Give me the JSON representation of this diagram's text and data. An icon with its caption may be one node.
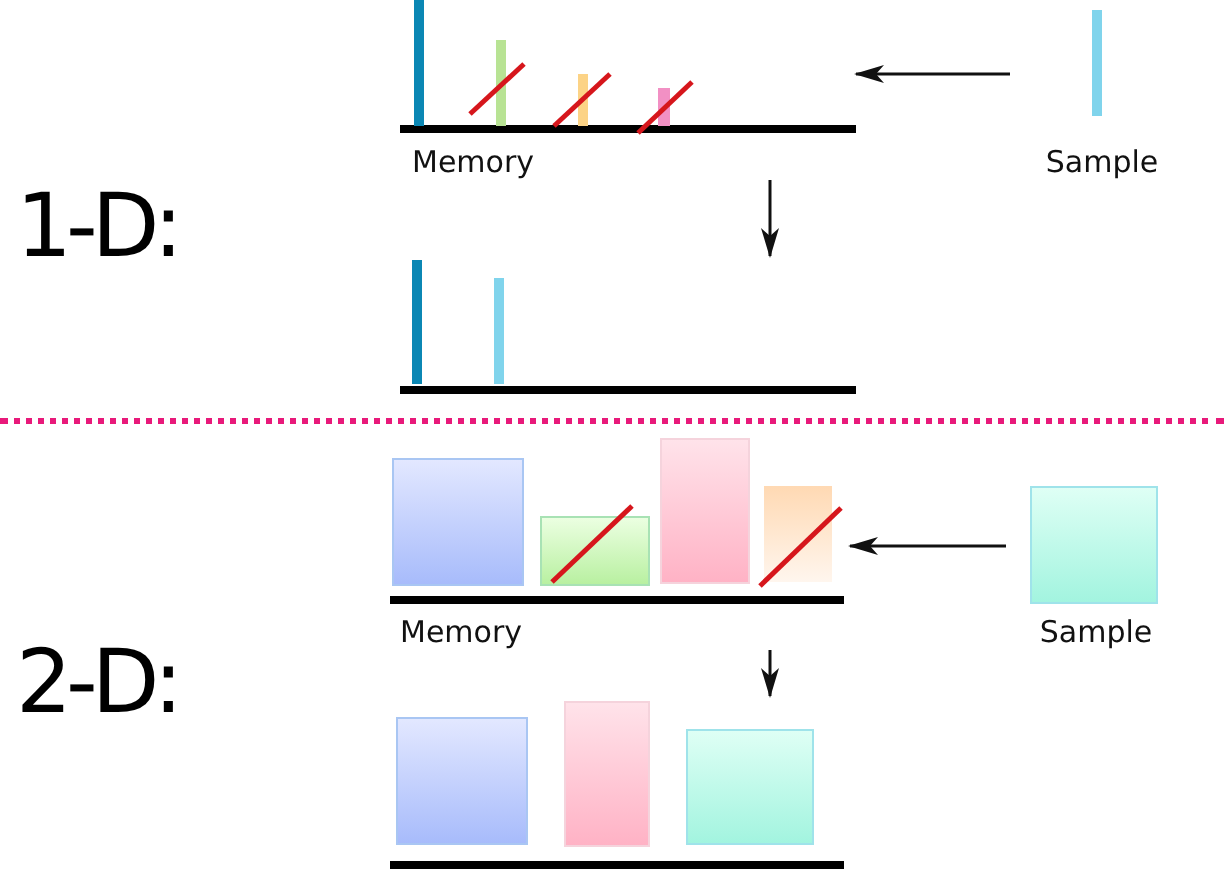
{
  "diagram": {
    "nodes": [
      {
        "text": [
          "Memory"
        ]
      },
      {
        "text": [
          "Sample"
        ]
      },
      {
        "text": [],
        "shape": "picture"
      },
      {
        "text": [
          "Memory"
        ]
      },
      {
        "text": [
          "Sample"
        ]
      },
      {
        "text": [],
        "shape": "picture"
      }
    ],
    "edges": [
      {
        "from": 1,
        "to": 0,
        "arrow": "to"
      },
      {
        "from": 0,
        "to": 2,
        "arrow": "to"
      },
      {
        "from": 4,
        "to": 3,
        "arrow": "to"
      },
      {
        "from": 3,
        "to": 5,
        "arrow": "to"
      }
    ],
    "labels": [
      "1-D:",
      "2-D:"
    ]
  }
}
